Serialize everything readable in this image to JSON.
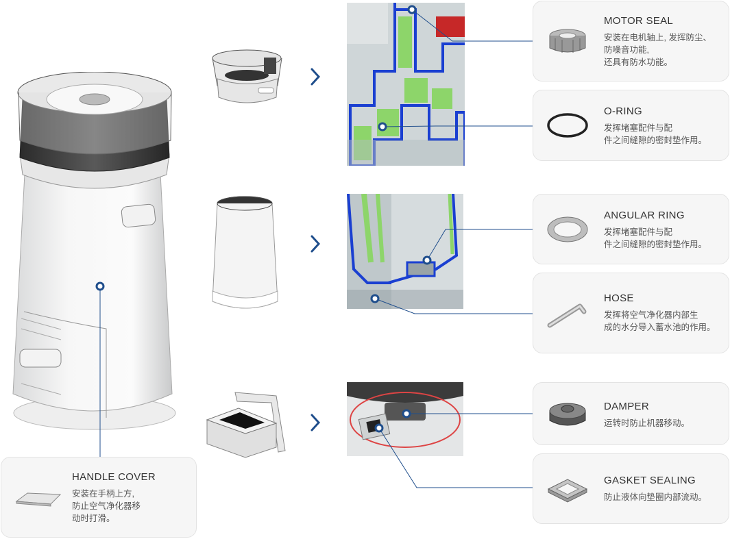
{
  "arrow_glyph": "chevron-right-icon",
  "accent_color": "#1f4e8c",
  "parts": {
    "motor_seal": {
      "title": "MOTOR SEAL",
      "desc": "安装在电机轴上, 发挥防尘、\n防噪音功能,\n还具有防水功能。",
      "icon": "motor-seal-icon"
    },
    "o_ring": {
      "title": "O-RING",
      "desc": "发挥堵塞配件与配\n件之间缝隙的密封垫作用。",
      "icon": "o-ring-icon"
    },
    "angular_ring": {
      "title": "ANGULAR RING",
      "desc": "发挥堵塞配件与配\n件之间缝隙的密封垫作用。",
      "icon": "angular-ring-icon"
    },
    "hose": {
      "title": "HOSE",
      "desc": "发挥将空气净化器内部生\n成的水分导入蓄水池的作用。",
      "icon": "hose-icon"
    },
    "damper": {
      "title": "DAMPER",
      "desc": "运转时防止机器移动。",
      "icon": "damper-icon"
    },
    "gasket_sealing": {
      "title": "GASKET SEALING",
      "desc": "防止液体向垫圈内部流动。",
      "icon": "gasket-icon"
    },
    "handle_cover": {
      "title": "HANDLE COVER",
      "desc": "安装在手柄上方,\n防止空气净化器移\n动时打滑。",
      "icon": "handle-cover-icon"
    }
  }
}
